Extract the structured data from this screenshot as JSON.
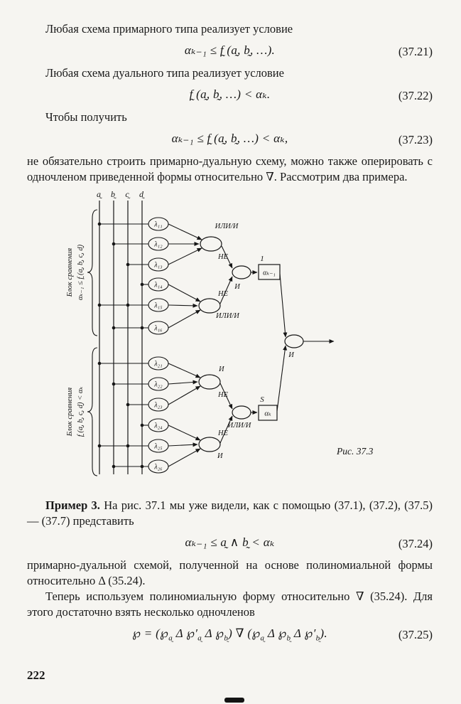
{
  "page": {
    "number": "222"
  },
  "paragraphs": {
    "p1": "Любая схема примарного типа реализует условие",
    "p2": "Любая схема дуального типа реализует условие",
    "p3": "Чтобы получить",
    "p4": "не обязательно строить примарно-дуальную схему, можно также оперировать с одночленом приведенной формы относительно ∇. Рассмотрим два примера.",
    "p5_bold": "Пример 3.",
    "p5": " На рис. 37.1 мы уже видели, как с помощью (37.1), (37.2), (37.5) — (37.7) представить",
    "p6": "примарно-дуальной схемой, полученной на основе полиномиальной формы относительно Δ (35.24).",
    "p7": "Теперь используем полиномиальную форму относительно ∇ (35.24). Для этого достаточно взять несколько одночленов"
  },
  "equations": {
    "eq21": {
      "body": "αₖ₋₁ ≤ f̰ (a̰, b̰, …).",
      "number": "(37.21)"
    },
    "eq22": {
      "body": "f̰ (a̰, b̰, …) < αₖ.",
      "number": "(37.22)"
    },
    "eq23": {
      "body": "αₖ₋₁ ≤ f̰ (a̰, b̰, …) < αₖ,",
      "number": "(37.23)"
    },
    "eq24": {
      "body": "αₖ₋₁ ≤ a̰ ∧ b̰ < αₖ",
      "number": "(37.24)"
    },
    "eq25": {
      "number": "(37.25)",
      "parts": [
        "℘ = (℘",
        "a̰",
        " Δ ℘′",
        "a̰",
        " Δ ℘",
        "b̰",
        ") ∇ (℘",
        "a̰",
        " Δ ℘",
        "b̰",
        " Δ ℘′",
        "b̰",
        ")."
      ]
    }
  },
  "figure": {
    "caption": "Рис. 37.3",
    "inputs": [
      "a̰",
      "b̰",
      "c̰",
      "d̰"
    ],
    "block1": {
      "line1": "Блок сравнения",
      "line2": "αₖ₋₁ ≤ f̰ (a̰, b̰, c̰, d̰)"
    },
    "block2": {
      "line1": "Блок сравнения",
      "line2": "f̰ (a̰, b̰, c̰, d̰) < αₖ"
    },
    "lambdas1": [
      "λ₁₁",
      "λ₁₂",
      "λ₁₃",
      "λ₁₄",
      "λ₁₅",
      "λ₁₆"
    ],
    "lambdas2": [
      "λ₂₁",
      "λ₂₂",
      "λ₂₃",
      "λ₂₄",
      "λ₂₅",
      "λ₂₆"
    ],
    "gates": {
      "or_and": "ИЛИ/И",
      "and": "И",
      "not": "НЕ"
    },
    "boxes": {
      "box1": "αₖ₋₁",
      "box1_tag": "1",
      "box2": "αₖ",
      "box2_tag": "S"
    }
  }
}
